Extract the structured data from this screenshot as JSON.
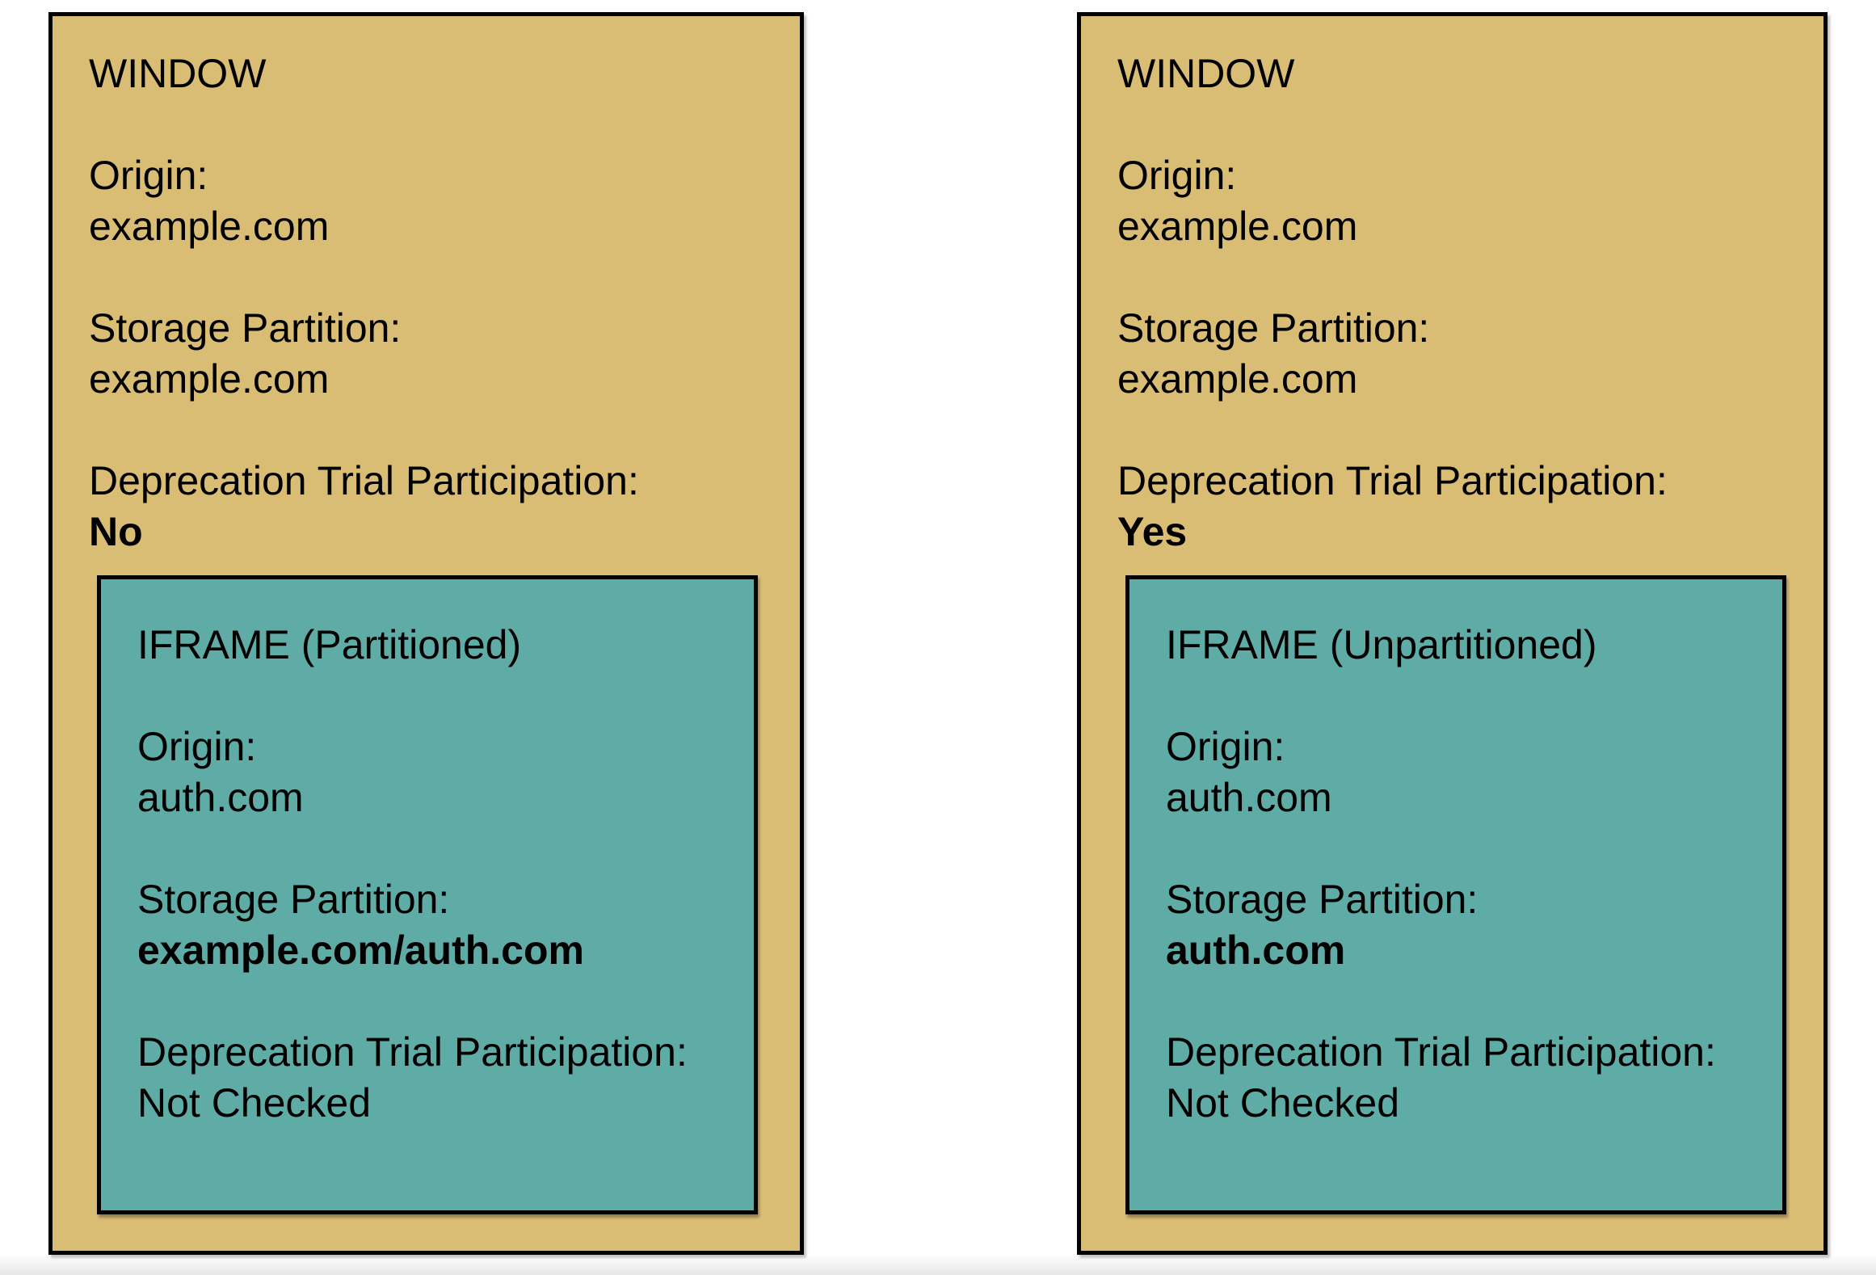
{
  "colors": {
    "window_bg": "#dabd75",
    "iframe_bg": "#5eaca5",
    "border": "#000000",
    "text": "#000000"
  },
  "panels": [
    {
      "title": "WINDOW",
      "fields": [
        {
          "label": "Origin:",
          "value": "example.com",
          "bold": false
        },
        {
          "label": "Storage Partition:",
          "value": "example.com",
          "bold": false
        },
        {
          "label": "Deprecation Trial Participation:",
          "value": "No",
          "bold": true
        }
      ],
      "iframe": {
        "title": "IFRAME (Partitioned)",
        "fields": [
          {
            "label": "Origin:",
            "value": "auth.com",
            "bold": false
          },
          {
            "label": "Storage Partition:",
            "value": "example.com/auth.com",
            "bold": true
          },
          {
            "label": "Deprecation Trial Participation:",
            "value": "Not Checked",
            "bold": false
          }
        ]
      }
    },
    {
      "title": "WINDOW",
      "fields": [
        {
          "label": "Origin:",
          "value": "example.com",
          "bold": false
        },
        {
          "label": "Storage Partition:",
          "value": "example.com",
          "bold": false
        },
        {
          "label": "Deprecation Trial Participation:",
          "value": "Yes",
          "bold": true
        }
      ],
      "iframe": {
        "title": "IFRAME (Unpartitioned)",
        "fields": [
          {
            "label": "Origin:",
            "value": "auth.com",
            "bold": false
          },
          {
            "label": "Storage Partition:",
            "value": "auth.com",
            "bold": true
          },
          {
            "label": "Deprecation Trial Participation:",
            "value": "Not Checked",
            "bold": false
          }
        ]
      }
    }
  ]
}
